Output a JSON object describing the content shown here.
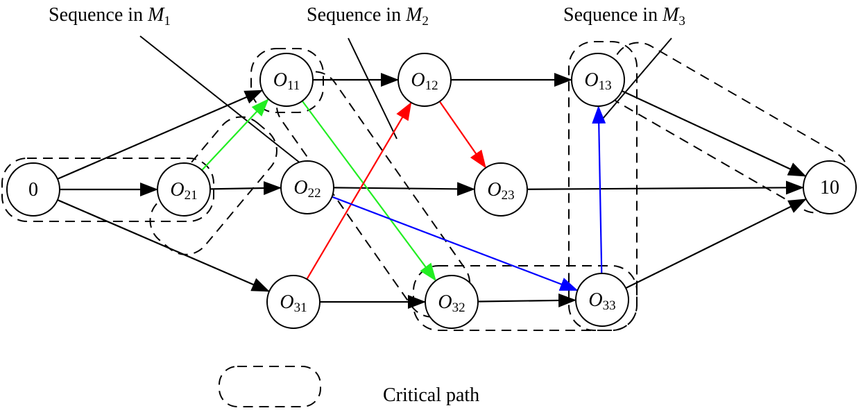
{
  "annotations": {
    "m1": {
      "prefix": "Sequence in ",
      "machine": "M",
      "sub": "1"
    },
    "m2": {
      "prefix": "Sequence in ",
      "machine": "M",
      "sub": "2"
    },
    "m3": {
      "prefix": "Sequence in ",
      "machine": "M",
      "sub": "3"
    }
  },
  "nodes": {
    "n0": {
      "main": "0",
      "sub": ""
    },
    "n10": {
      "main": "10",
      "sub": ""
    },
    "o11": {
      "main": "O",
      "sub": "11"
    },
    "o12": {
      "main": "O",
      "sub": "12"
    },
    "o13": {
      "main": "O",
      "sub": "13"
    },
    "o21": {
      "main": "O",
      "sub": "21"
    },
    "o22": {
      "main": "O",
      "sub": "22"
    },
    "o23": {
      "main": "O",
      "sub": "23"
    },
    "o31": {
      "main": "O",
      "sub": "31"
    },
    "o32": {
      "main": "O",
      "sub": "32"
    },
    "o33": {
      "main": "O",
      "sub": "33"
    }
  },
  "edges": [
    {
      "from": "n0",
      "to": "o11",
      "color": "#000000"
    },
    {
      "from": "n0",
      "to": "o21",
      "color": "#000000"
    },
    {
      "from": "n0",
      "to": "o31",
      "color": "#000000"
    },
    {
      "from": "o11",
      "to": "o12",
      "color": "#000000"
    },
    {
      "from": "o12",
      "to": "o13",
      "color": "#000000"
    },
    {
      "from": "o13",
      "to": "n10",
      "color": "#000000"
    },
    {
      "from": "o21",
      "to": "o22",
      "color": "#000000"
    },
    {
      "from": "o22",
      "to": "o23",
      "color": "#000000"
    },
    {
      "from": "o23",
      "to": "n10",
      "color": "#000000"
    },
    {
      "from": "o31",
      "to": "o32",
      "color": "#000000"
    },
    {
      "from": "o32",
      "to": "o33",
      "color": "#000000"
    },
    {
      "from": "o33",
      "to": "n10",
      "color": "#000000"
    },
    {
      "from": "o21",
      "to": "o11",
      "color": "#22ee22"
    },
    {
      "from": "o11",
      "to": "o32",
      "color": "#22ee22"
    },
    {
      "from": "o31",
      "to": "o12",
      "color": "#ff0000"
    },
    {
      "from": "o12",
      "to": "o23",
      "color": "#ff0000"
    },
    {
      "from": "o22",
      "to": "o33",
      "color": "#0000ff"
    },
    {
      "from": "o33",
      "to": "o13",
      "color": "#0000ff"
    }
  ],
  "legend": {
    "label": "Critical path"
  }
}
